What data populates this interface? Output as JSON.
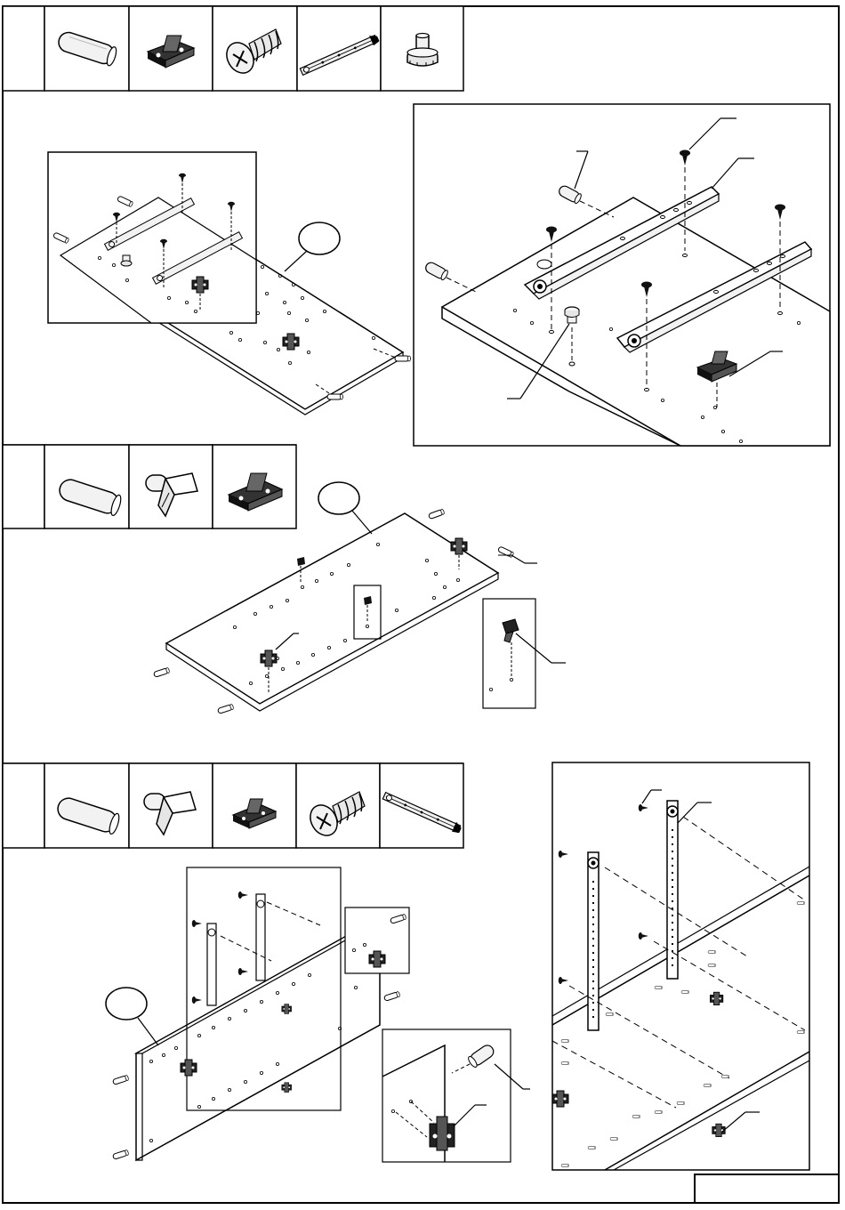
{
  "page": {
    "step_number_boxes": [
      "",
      "",
      ""
    ],
    "part_callouts": [
      "",
      "",
      ""
    ],
    "footer_box_text": ""
  },
  "steps": [
    {
      "id": "step-1",
      "parts": [
        "wooden-dowel",
        "hinge-mounting-plate",
        "cam-screw",
        "drawer-runner",
        "plastic-foot"
      ]
    },
    {
      "id": "step-2",
      "parts": [
        "wooden-dowel",
        "shelf-support-pin",
        "hinge-mounting-plate"
      ]
    },
    {
      "id": "step-3",
      "parts": [
        "wooden-dowel",
        "shelf-support-pin",
        "hinge-mounting-plate",
        "cam-screw",
        "drawer-runner"
      ]
    }
  ],
  "colors": {
    "line": "#000000",
    "paper": "#ffffff",
    "part_fill": "#f2f2f2",
    "dark_fill": "#222222"
  }
}
